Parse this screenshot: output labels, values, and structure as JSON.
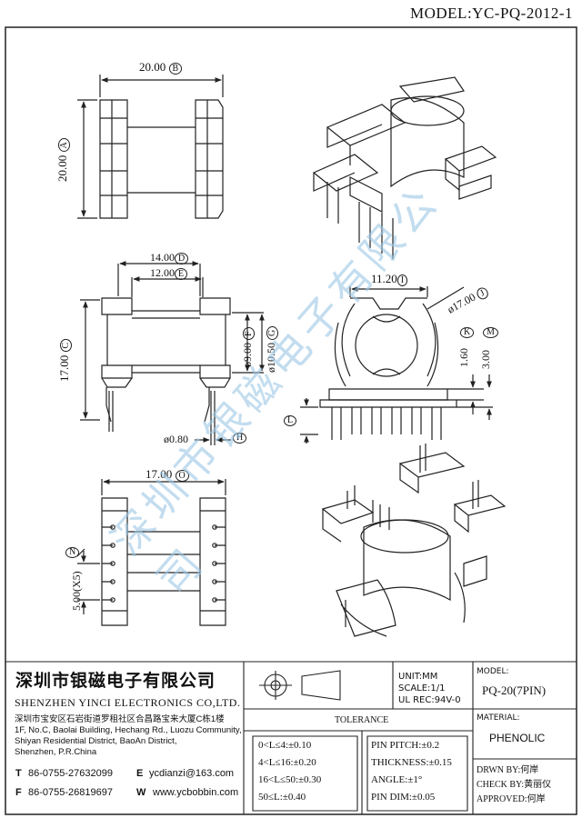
{
  "header": {
    "model": "MODEL:YC-PQ-2012-1"
  },
  "dimensions": {
    "A": {
      "value": "20.00",
      "letter": "A"
    },
    "B": {
      "value": "20.00",
      "letter": "B"
    },
    "C": {
      "value": "17.00",
      "letter": "C"
    },
    "D": {
      "value": "14.00",
      "letter": "D"
    },
    "E": {
      "value": "12.00",
      "letter": "E"
    },
    "F": {
      "value": "ø9.00",
      "letter": "F"
    },
    "G": {
      "value": "ø10.50",
      "letter": "G"
    },
    "H": {
      "value": "ø0.80",
      "letter": "H"
    },
    "I": {
      "value": "11.20",
      "letter": "I"
    },
    "J": {
      "value": "ø17.00",
      "letter": "J"
    },
    "K": {
      "value": "1.60",
      "letter": "K"
    },
    "L": {
      "value": "",
      "letter": "L"
    },
    "M": {
      "value": "3.00",
      "letter": "M"
    },
    "N": {
      "value": "5.00(X5)",
      "letter": "N"
    },
    "O": {
      "value": "17.00",
      "letter": "O"
    }
  },
  "watermark": "深圳市银磁电子有限公司",
  "company": {
    "name_cn": "深圳市银磁电子有限公司",
    "name_en": "SHENZHEN YINCI ELECTRONICS CO,LTD.",
    "address": [
      "深圳市宝安区石岩街道罗租社区合昌路宝来大厦C栋1楼",
      "1F, No.C, Baolai Building, Hechang Rd., Luozu Community,",
      "Shiyan Residential District, BaoAn District,",
      "Shenzhen, P.R.China"
    ],
    "tel_label": "T",
    "tel": "86-0755-27632099",
    "fax_label": "F",
    "fax": "86-0755-26819697",
    "email_label": "E",
    "email": "ycdianzi@163.com",
    "web_label": "W",
    "web": "www.ycbobbin.com"
  },
  "specs": {
    "unit": "UNIT:MM",
    "scale": "SCALE:1/1",
    "ul": "UL REC:94V-0",
    "model_label": "MODEL:",
    "model_value": "PQ-20(7PIN)",
    "material_label": "MATERIAL:",
    "material_value": "PHENOLIC"
  },
  "tolerance": {
    "title": "TOLERANCE",
    "left": [
      "0<L≤4:±0.10",
      "4<L≤16:±0.20",
      "16<L≤50:±0.30",
      "50≤L:±0.40"
    ],
    "right": [
      "PIN PITCH:±0.2",
      "THICKNESS:±0.15",
      "ANGLE:±1°",
      "PIN DIM:±0.05"
    ]
  },
  "signoff": {
    "drawn": "DRWN BY:何岸",
    "check": "CHECK BY:黄丽仪",
    "approved": "APPROVED:何岸"
  }
}
